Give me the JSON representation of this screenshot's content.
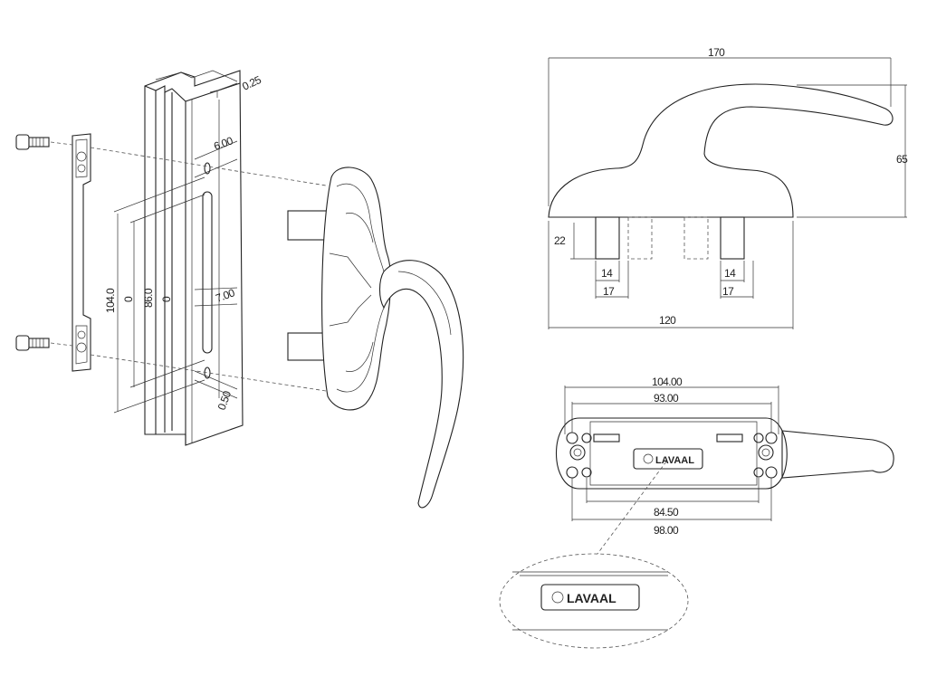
{
  "left_view": {
    "dims": {
      "top_offset": "0.25",
      "hole_upper": "6.00",
      "slot": "7.00",
      "bottom_offset": "0.50",
      "height_104": "104.0",
      "zero_a": "0",
      "height_86": "86.0",
      "zero_b": "0"
    }
  },
  "side_view": {
    "dims": {
      "overall_width": "170",
      "overall_height": "65",
      "stem_height": "22",
      "stem_a_inner": "14",
      "stem_a_outer": "17",
      "stem_b_inner": "14",
      "stem_b_outer": "17",
      "base_width": "120"
    }
  },
  "top_view": {
    "dims": {
      "outer_top": "104.00",
      "inner_top": "93.00",
      "inner_bottom": "84.50",
      "outer_bottom": "98.00"
    },
    "brand": "LAVAAL"
  },
  "detail": {
    "brand": "LAVAAL"
  }
}
